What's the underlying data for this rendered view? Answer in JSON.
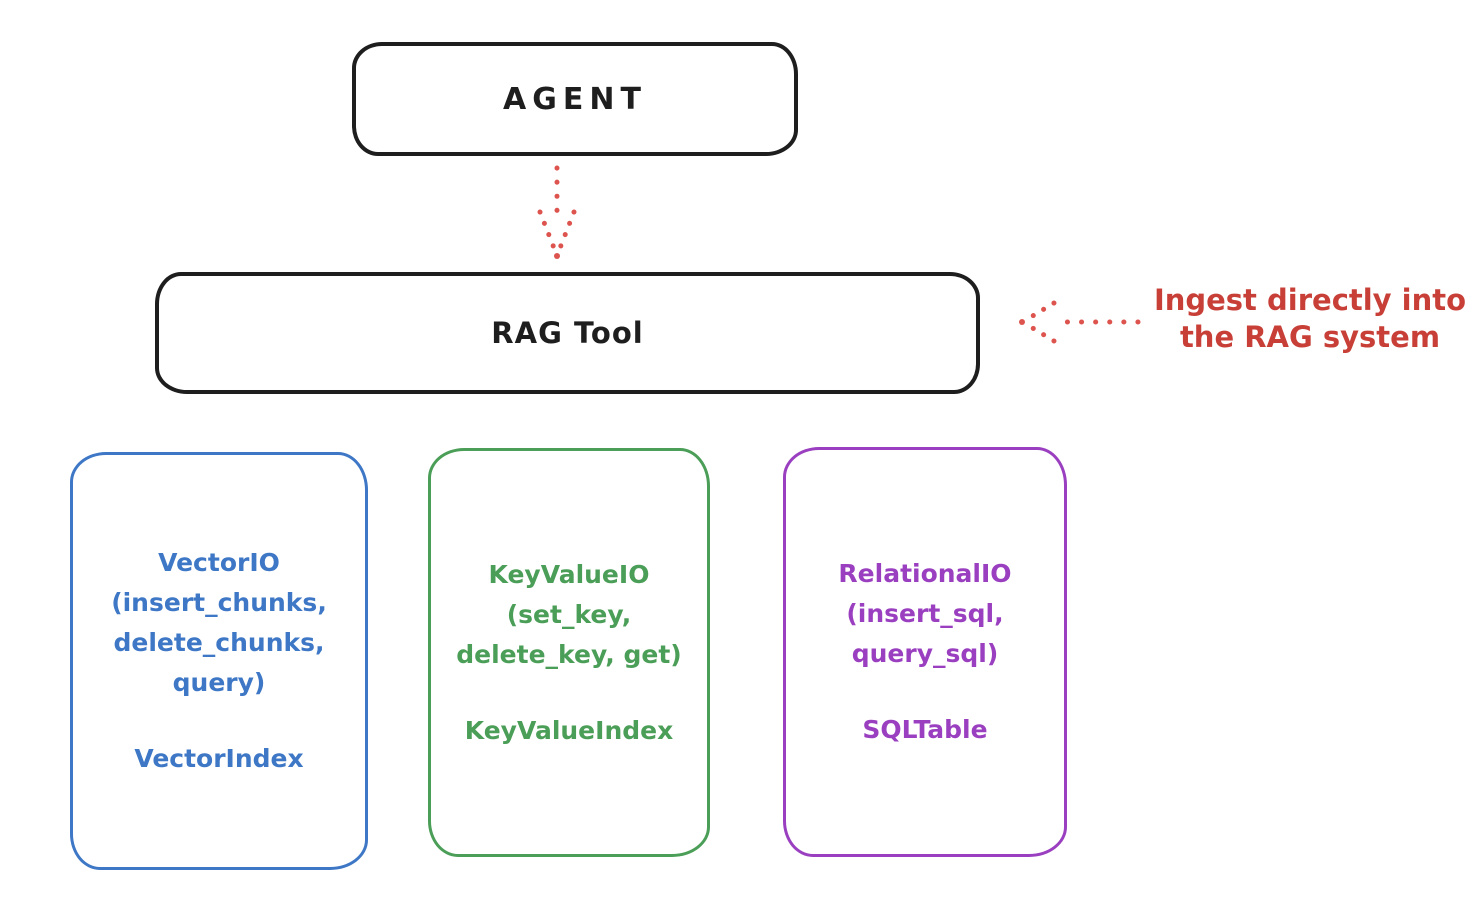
{
  "colors": {
    "background": "#ffffff",
    "ink": "#1e1e1e",
    "arrow_red": "#dd544e",
    "annotation_red": "#c83f37",
    "vector_blue": "#3d77c5",
    "keyvalue_green": "#4b9e57",
    "relational_purple": "#9a3fc0"
  },
  "agent": {
    "label": "AGENT"
  },
  "rag_tool": {
    "label": "RAG Tool"
  },
  "annotation": {
    "lines": [
      "Ingest directly into",
      "the RAG system"
    ]
  },
  "boxes": [
    {
      "name": "vector-io",
      "lines": [
        "VectorIO",
        "(insert_chunks,",
        "delete_chunks,",
        "query)"
      ],
      "index_label": "VectorIndex"
    },
    {
      "name": "keyvalue-io",
      "lines": [
        "KeyValueIO",
        "(set_key,",
        "delete_key, get)"
      ],
      "index_label": "KeyValueIndex"
    },
    {
      "name": "relational-io",
      "lines": [
        "RelationalIO",
        "(insert_sql,",
        "query_sql)"
      ],
      "index_label": "SQLTable"
    }
  ]
}
